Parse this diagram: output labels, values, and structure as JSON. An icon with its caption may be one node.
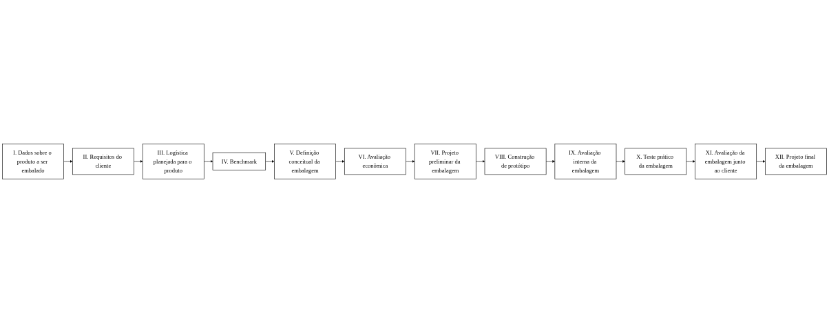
{
  "diagram": {
    "nodes": [
      {
        "text": [
          "I. Dados sobre o produto a ser embalado"
        ]
      },
      {
        "text": [
          "II. Requisitos do cliente"
        ]
      },
      {
        "text": [
          "III. Logística planejada para o produto"
        ]
      },
      {
        "text": [
          "IV. Benchmark"
        ]
      },
      {
        "text": [
          "V. Definição conceitual da embalagem"
        ]
      },
      {
        "text": [
          "VI. Avaliação econômica"
        ]
      },
      {
        "text": [
          "VII. Projeto preliminar da embalagem"
        ]
      },
      {
        "text": [
          "VIII. Construção de protótipo"
        ]
      },
      {
        "text": [
          "IX. Avaliação interna da embalagem"
        ]
      },
      {
        "text": [
          "X. Teste prático da embalagem"
        ]
      },
      {
        "text": [
          "XI. Avaliação da embalagem junto ao cliente"
        ]
      },
      {
        "text": [
          "XII. Projeto final da embalagem"
        ]
      }
    ],
    "edges": [
      {
        "from": 0,
        "to": 1,
        "arrow": "to"
      },
      {
        "from": 1,
        "to": 2,
        "arrow": "to"
      },
      {
        "from": 2,
        "to": 3,
        "arrow": "to"
      },
      {
        "from": 3,
        "to": 4,
        "arrow": "to"
      },
      {
        "from": 4,
        "to": 5,
        "arrow": "to"
      },
      {
        "from": 5,
        "to": 6,
        "arrow": "to"
      },
      {
        "from": 6,
        "to": 7,
        "arrow": "to"
      },
      {
        "from": 7,
        "to": 8,
        "arrow": "to"
      },
      {
        "from": 8,
        "to": 9,
        "arrow": "to"
      },
      {
        "from": 9,
        "to": 10,
        "arrow": "to"
      },
      {
        "from": 10,
        "to": 11,
        "arrow": "to"
      }
    ]
  }
}
